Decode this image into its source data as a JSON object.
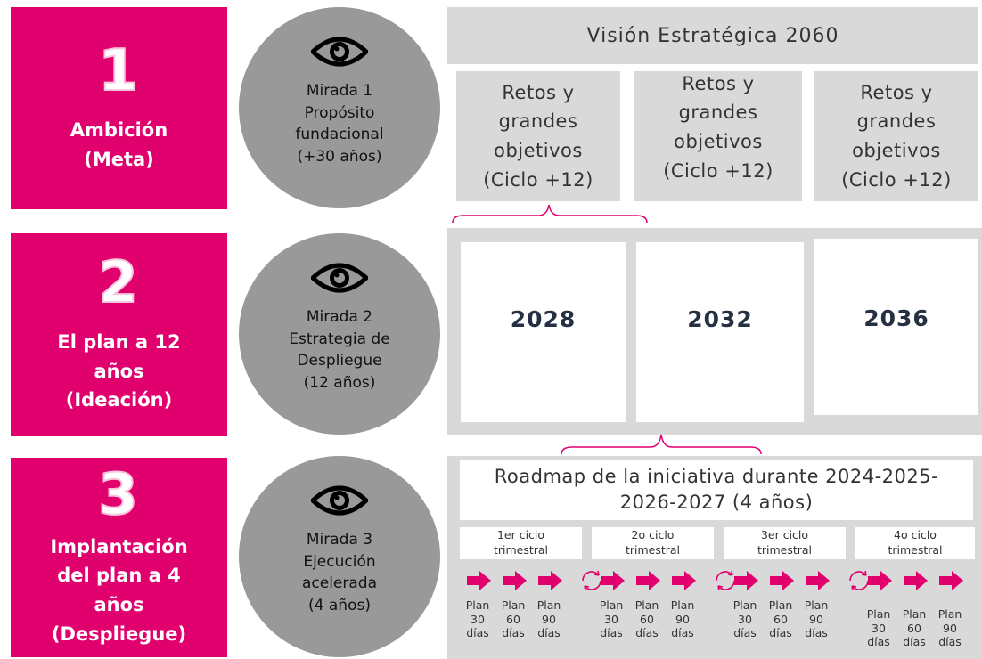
{
  "stages": [
    {
      "number": "1",
      "title": "Ambición (Meta)"
    },
    {
      "number": "2",
      "title": "El plan a 12 años (Ideación)"
    },
    {
      "number": "3",
      "title": "Implantación del plan a 4 años (Despliegue)"
    }
  ],
  "miradas": [
    {
      "icon": "eye-icon",
      "lines": [
        "Mirada 1",
        "Propósito",
        "fundacional",
        "(+30 años)"
      ]
    },
    {
      "icon": "eye-icon",
      "lines": [
        "Mirada 2",
        "Estrategia de",
        "Despliegue",
        "(12 años)"
      ]
    },
    {
      "icon": "eye-icon",
      "lines": [
        "Mirada 3",
        "Ejecución",
        "acelerada",
        "(4 años)"
      ]
    }
  ],
  "vision": {
    "title": "Visión Estratégica 2060",
    "retos": [
      [
        "Retos y",
        "grandes",
        "objetivos",
        "(Ciclo +12)"
      ],
      [
        "Retos y",
        "grandes",
        "objetivos",
        "(Ciclo +12)"
      ],
      [
        "Retos y",
        "grandes",
        "objetivos",
        "(Ciclo +12)"
      ]
    ]
  },
  "years": [
    "2028",
    "2032",
    "2036"
  ],
  "roadmap": {
    "title_line1": "Roadmap de la iniciativa durante 2024-2025-",
    "title_line2": "2026-2027 (4 años)",
    "cycles": [
      [
        "1er ciclo",
        "trimestral"
      ],
      [
        "2o ciclo",
        "trimestral"
      ],
      [
        "3er ciclo",
        "trimestral"
      ],
      [
        "4o ciclo",
        "trimestral"
      ]
    ],
    "plans": [
      [
        "Plan",
        "30",
        "días"
      ],
      [
        "Plan",
        "60",
        "días"
      ],
      [
        "Plan",
        "90",
        "días"
      ]
    ]
  },
  "colors": {
    "accent": "#e0006e",
    "circle": "#999999",
    "panel": "#d9d9d9",
    "year_text": "#253043"
  }
}
